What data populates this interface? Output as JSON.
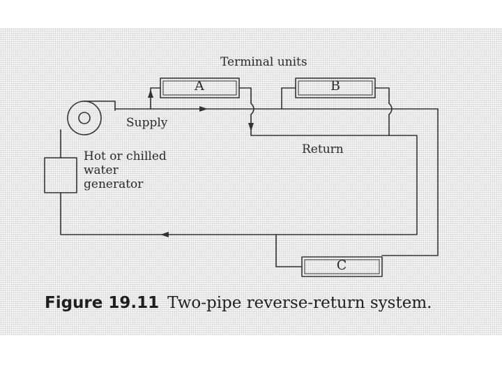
{
  "diagram": {
    "title": "Terminal units",
    "unit_a": "A",
    "unit_b": "B",
    "unit_c": "C",
    "supply_label": "Supply",
    "return_label": "Return",
    "generator_label": "Hot or chilled water generator"
  },
  "caption": {
    "number": "Figure 19.11",
    "text": "Two-pipe reverse-return system."
  },
  "colors": {
    "line": "#333333",
    "background": "#f1f1f1"
  }
}
